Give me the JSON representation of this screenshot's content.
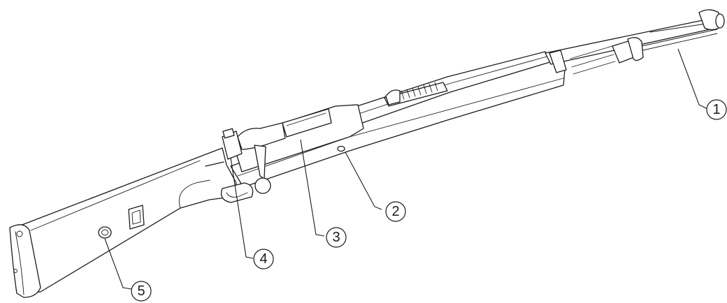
{
  "diagram": {
    "subject": "rifle-exploded-view",
    "line_color": "#1b1b1b",
    "background": "#ffffff",
    "callouts": [
      {
        "id": "c1",
        "label": "1"
      },
      {
        "id": "c2",
        "label": "2"
      },
      {
        "id": "c3",
        "label": "3"
      },
      {
        "id": "c4",
        "label": "4"
      },
      {
        "id": "c5",
        "label": "5"
      }
    ]
  }
}
